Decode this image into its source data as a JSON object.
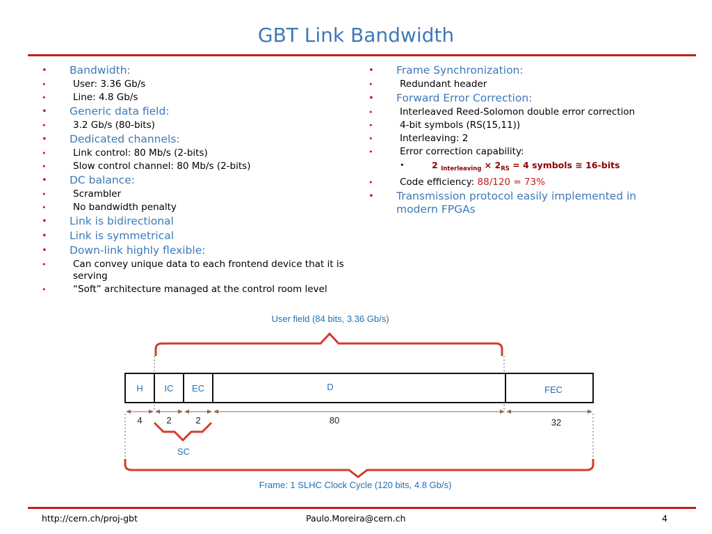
{
  "title": "GBT Link Bandwidth",
  "left_column": [
    {
      "label": "Bandwidth:",
      "sub": [
        "User: 3.36 Gb/s",
        "Line: 4.8 Gb/s"
      ]
    },
    {
      "label": "Generic data field:",
      "sub": [
        "3.2 Gb/s (80-bits)"
      ]
    },
    {
      "label": "Dedicated channels:",
      "sub": [
        "Link control: 80 Mb/s (2-bits)",
        "Slow control channel: 80 Mb/s (2-bits)"
      ]
    },
    {
      "label": "DC balance:",
      "sub": [
        "Scrambler",
        "No bandwidth penalty"
      ]
    },
    {
      "label": "Link is bidirectional",
      "sub": []
    },
    {
      "label": "Link is symmetrical",
      "sub": []
    },
    {
      "label": "Down-link highly flexible:",
      "sub": [
        "Can convey unique data to each frontend device that it is serving",
        "“Soft” architecture managed at the control room level"
      ]
    }
  ],
  "right_column": {
    "frame_sync": {
      "label": "Frame Synchronization:",
      "sub": [
        "Redundant header"
      ]
    },
    "fec": {
      "label": "Forward Error Correction:",
      "sub": [
        "Interleaved Reed-Solomon double error correction",
        "4-bit symbols (RS(15,11))",
        "Interleaving: 2",
        "Error correction capability:"
      ],
      "capability": {
        "n1": "2",
        "sub1": "Interleaving",
        "times": "× 2",
        "sub2": "RS",
        "rest": "= 4 symbols ≅ 16-bits"
      },
      "efficiency_label": "Code efficiency:",
      "efficiency_value": "88/120 = 73%"
    },
    "protocol": {
      "label": "Transmission protocol easily implemented in modern FPGAs"
    }
  },
  "diagram": {
    "user_field_label": "User field (84 bits, 3.36 Gb/s)",
    "fields": [
      "H",
      "IC",
      "EC",
      "D",
      "FEC"
    ],
    "widths": [
      "4",
      "2",
      "2",
      "80",
      "32"
    ],
    "sc_label": "SC",
    "frame_label": "Frame: 1 SLHC Clock Cycle (120 bits, 4.8 Gb/s)"
  },
  "footer": {
    "url": "http://cern.ch/proj-gbt",
    "email": "Paulo.Moreira@cern.ch",
    "page": "4"
  },
  "colors": {
    "accent_red": "#c41e1e",
    "heading_blue": "#3f78b8",
    "dark_red": "#8b0000"
  }
}
